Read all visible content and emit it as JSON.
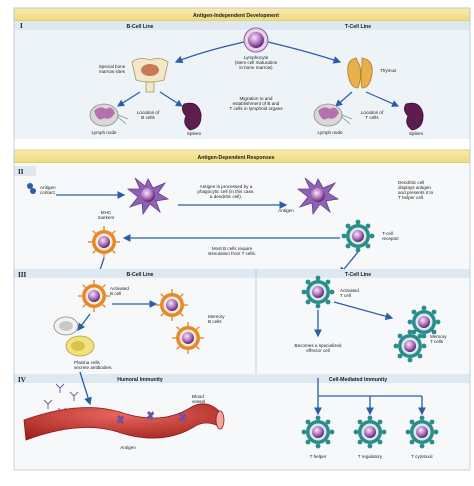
{
  "colors": {
    "band_section": "#f3e39a",
    "band_line": "#dde8f0",
    "band_border": "#c8b35a",
    "arrow": "#2a5ea8",
    "cell_purple": "#7e3a8c",
    "cell_teal": "#2b8c8c",
    "cell_orange": "#e6892a",
    "vessel": "#c5312b"
  },
  "icons": [
    "lymphocyte-cell-icon",
    "bone-marrow-icon",
    "thymus-icon",
    "lymph-node-icon",
    "spleen-icon",
    "antigen-icon",
    "dendritic-cell-icon",
    "t-cell-icon",
    "b-cell-icon",
    "memory-b-cell-icon",
    "memory-t-cell-icon",
    "plasma-cell-icon",
    "antibody-icon",
    "blood-vessel-icon"
  ],
  "header_top": "Antigen-Independent Development",
  "header_mid": "Antigen-Dependent Responses",
  "roman": {
    "i": "I",
    "ii": "II",
    "iii": "III",
    "iv": "IV"
  },
  "section1": {
    "b_cell_line": "B-Cell Line",
    "t_cell_line": "T-Cell Line",
    "lymphocyte": [
      "Lymphocyte",
      "(stem cell maturation",
      "in bone marrow)"
    ],
    "bone_marrow": [
      "Special bone",
      "marrow sites"
    ],
    "thymus": "Thymus",
    "loc_b": [
      "Location of",
      "B cells"
    ],
    "loc_t": [
      "Location of",
      "T cells"
    ],
    "lymph_node_left": "Lymph node",
    "spleen_left": "Spleen",
    "lymph_node_right": "Lymph node",
    "spleen_right": "Spleen",
    "migration": [
      "Migration to and",
      "establishment of B and",
      "T cells in lymphoid organs"
    ]
  },
  "section2": {
    "antigen_contact": [
      "Antigen",
      "contact"
    ],
    "mhc_markers": [
      "MHC",
      "markers"
    ],
    "processed": [
      "Antigen is processed by a",
      "phagocytic cell (in this case,",
      "a dendritic cell)."
    ],
    "antigen": "Antigen",
    "dendritic": [
      "Dendritic cell",
      "displays antigen",
      "and presents it to",
      "T helper cell."
    ],
    "t_cell_receptor": [
      "T-cell",
      "receptor"
    ],
    "most_b_cells": [
      "Most B cells require",
      "stimulation from T cells."
    ]
  },
  "section3": {
    "b_cell_line": "B-Cell Line",
    "t_cell_line": "T-Cell Line",
    "activated_b": [
      "Activated",
      "B cell"
    ],
    "memory_b": [
      "Memory",
      "B cells"
    ],
    "plasma": [
      "Plasma cells",
      "secrete antibodies."
    ],
    "activated_t": [
      "Activated",
      "T cell"
    ],
    "memory_t": [
      "Memory",
      "T cells"
    ],
    "specialized": [
      "Becomes a specialized",
      "effector cell"
    ]
  },
  "section4": {
    "humoral": "Humoral Immunity",
    "cell_mediated": "Cell-Mediated Immunity",
    "antibodies": "Antibodies",
    "antigen": "Antigen",
    "blood_vessel": [
      "Blood",
      "vessel"
    ],
    "t_helper": "T helper",
    "t_regulatory": "T regulatory",
    "t_cytotoxic": "T cytotoxic"
  }
}
